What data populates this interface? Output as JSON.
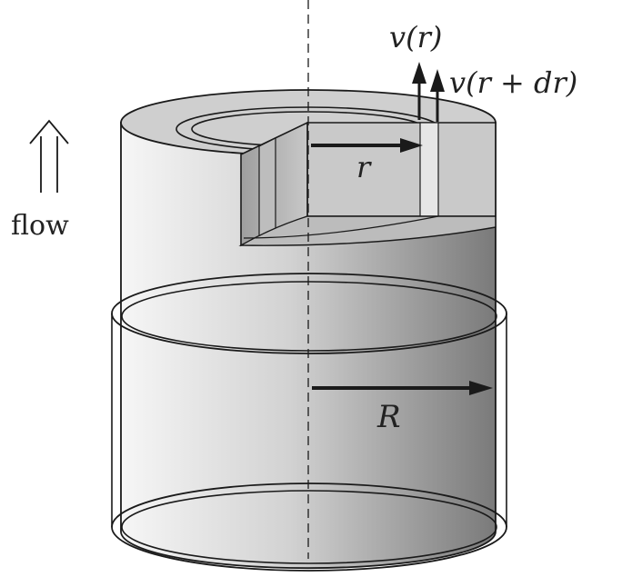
{
  "labels": {
    "v_r": "v(r)",
    "v_r_dr": "v(r + dr)",
    "r": "r",
    "R": "R",
    "flow": "flow"
  },
  "icons": {
    "flow_arrow": "double-up-arrow-icon"
  },
  "colors": {
    "stroke": "#1a1a1a",
    "top_face": "#cfcfcf",
    "side_light": "#f4f4f4",
    "side_dark": "#7a7a7a",
    "cut_face": "#b8b8b8"
  }
}
